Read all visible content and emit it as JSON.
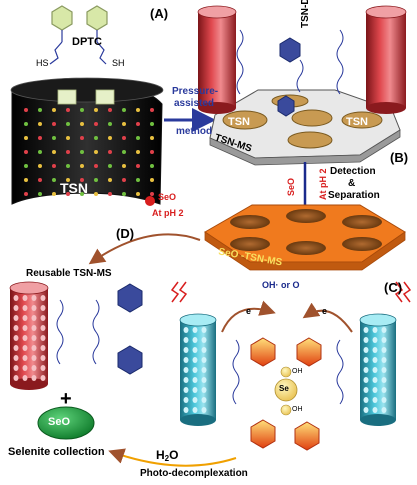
{
  "panels": {
    "a": "(A)",
    "b": "(B)",
    "c": "(C)",
    "d": "(D)"
  },
  "labels": {
    "dptc": "DPTC",
    "hs": "HS",
    "sh": "SH",
    "tsn": "TSN",
    "tsn_dptc": "TSN-DPTC",
    "tsn_ms": "TSN-MS",
    "tsn_plate_left": "TSN",
    "tsn_plate_right": "TSN",
    "arrow_line1": "Pressure-",
    "arrow_line2": "assisted",
    "arrow_line3": "method",
    "detection": "Detection",
    "amp": "&",
    "separation": "Separation",
    "seo3_v": "SeO",
    "ph2_v": "At pH 2",
    "seo3_left": "SeO",
    "ph2_left": "At pH 2",
    "plate_label": "SeO   -TSN-MS",
    "reusable": "Reusable TSN-MS",
    "plus": "+",
    "seo3_ball": "SeO",
    "selenite": "Selenite collection",
    "h2o": "H",
    "h2o_tail": "O",
    "photo": "Photo-decomplexation",
    "radicals": "OH· or O",
    "electron": "e",
    "se": "Se",
    "oh": "OH"
  },
  "colors": {
    "tube_red": "#c8323c",
    "tube_cyan": "#39b6c8",
    "plate_orange": "#f07a1e",
    "accent_blue": "#2a3a9c",
    "arrow_brown": "#a0522d",
    "ball_green": "#1e9a3c"
  }
}
